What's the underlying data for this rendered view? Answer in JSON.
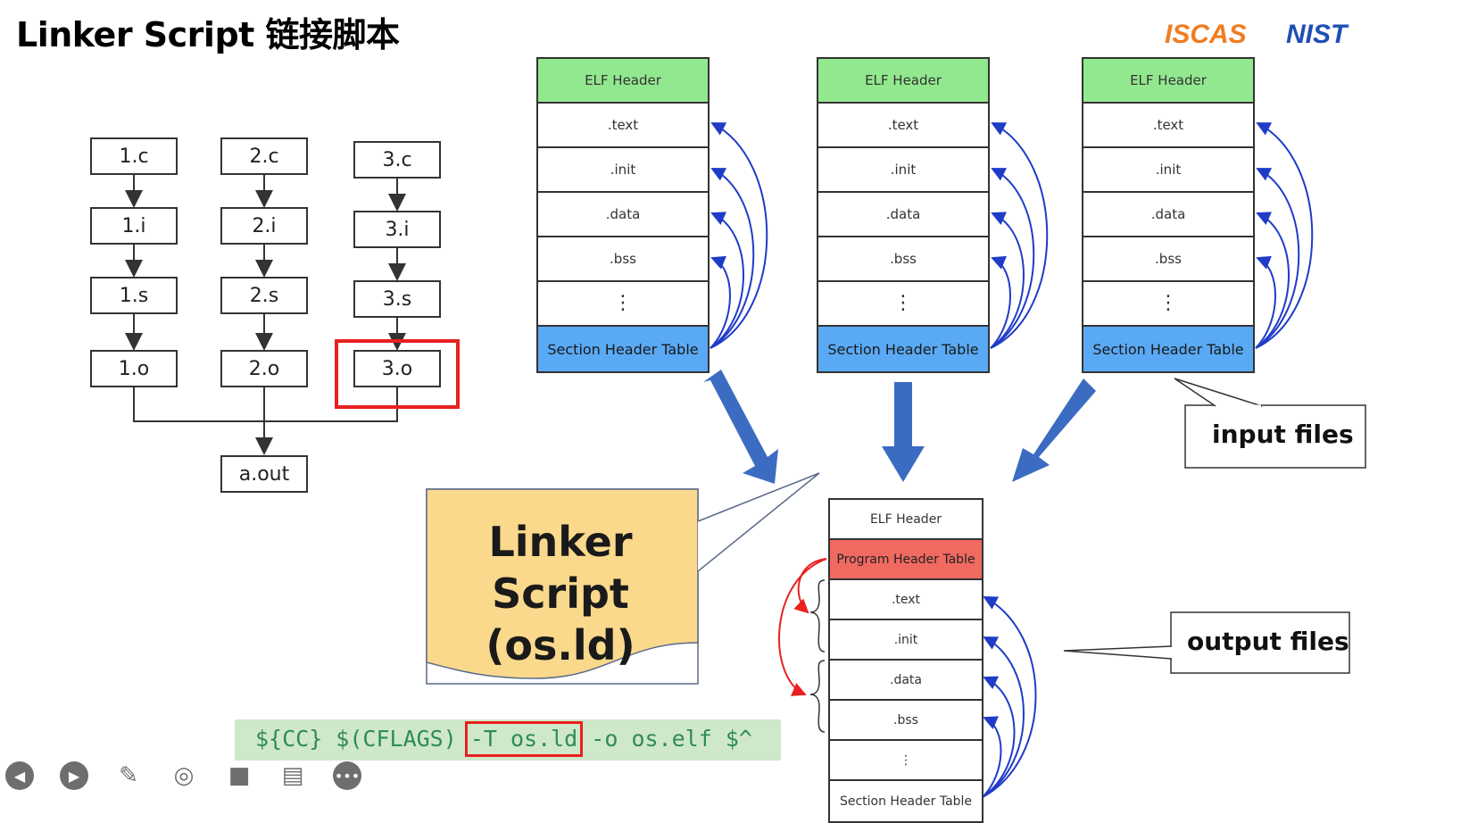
{
  "title": "Linker Script 链接脚本",
  "logos": {
    "iscas": "ISCAS",
    "nist": "NIST"
  },
  "columns": [
    [
      "1.c",
      "1.i",
      "1.s",
      "1.o"
    ],
    [
      "2.c",
      "2.i",
      "2.s",
      "2.o"
    ],
    [
      "3.c",
      "3.i",
      "3.s",
      "3.o"
    ]
  ],
  "output_file": "a.out",
  "input_elf": {
    "header": "ELF Header",
    "sections": [
      ".text",
      ".init",
      ".data",
      ".bss",
      "⋮"
    ],
    "table": "Section Header Table"
  },
  "output_elf": {
    "header": "ELF Header",
    "program_table": "Program Header Table",
    "sections": [
      ".text",
      ".init",
      ".data",
      ".bss",
      "⋮"
    ],
    "table": "Section Header Table"
  },
  "labels": {
    "input_files": "input files",
    "output_files": "output files",
    "linker_script_line1": "Linker Script",
    "linker_script_line2": "(os.ld)"
  },
  "command": {
    "part1": "${CC} $(CFLAGS) ",
    "part2": "-T os.ld",
    "part3": " -o os.elf $^"
  },
  "colors": {
    "elf_header": "#92e88f",
    "section_header_table": "#5aa9f4",
    "program_header_table": "#f06a62",
    "highlight": "#e8201f",
    "arrow": "#3c6cc1",
    "note": "#fbd98c"
  }
}
